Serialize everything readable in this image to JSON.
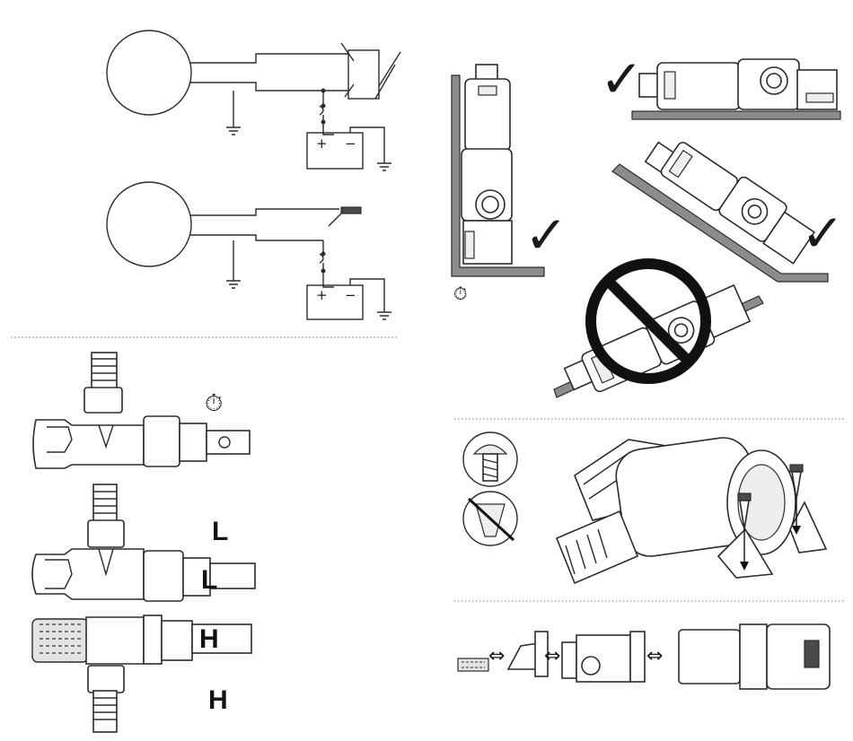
{
  "wiring_1": {
    "battery_plus": "+",
    "battery_minus": "−"
  },
  "wiring_2": {
    "battery_plus": "+",
    "battery_minus": "−"
  },
  "orientation": {
    "ok_mark": "✓",
    "timer_symbol": "⏱"
  },
  "setting_1": {
    "timer_symbol": "⏱"
  },
  "labels": {
    "low": "L",
    "high": "H",
    "dial_low": "L",
    "dial_high": "H"
  },
  "assembly": {
    "arrow_symbol": "⇔"
  }
}
